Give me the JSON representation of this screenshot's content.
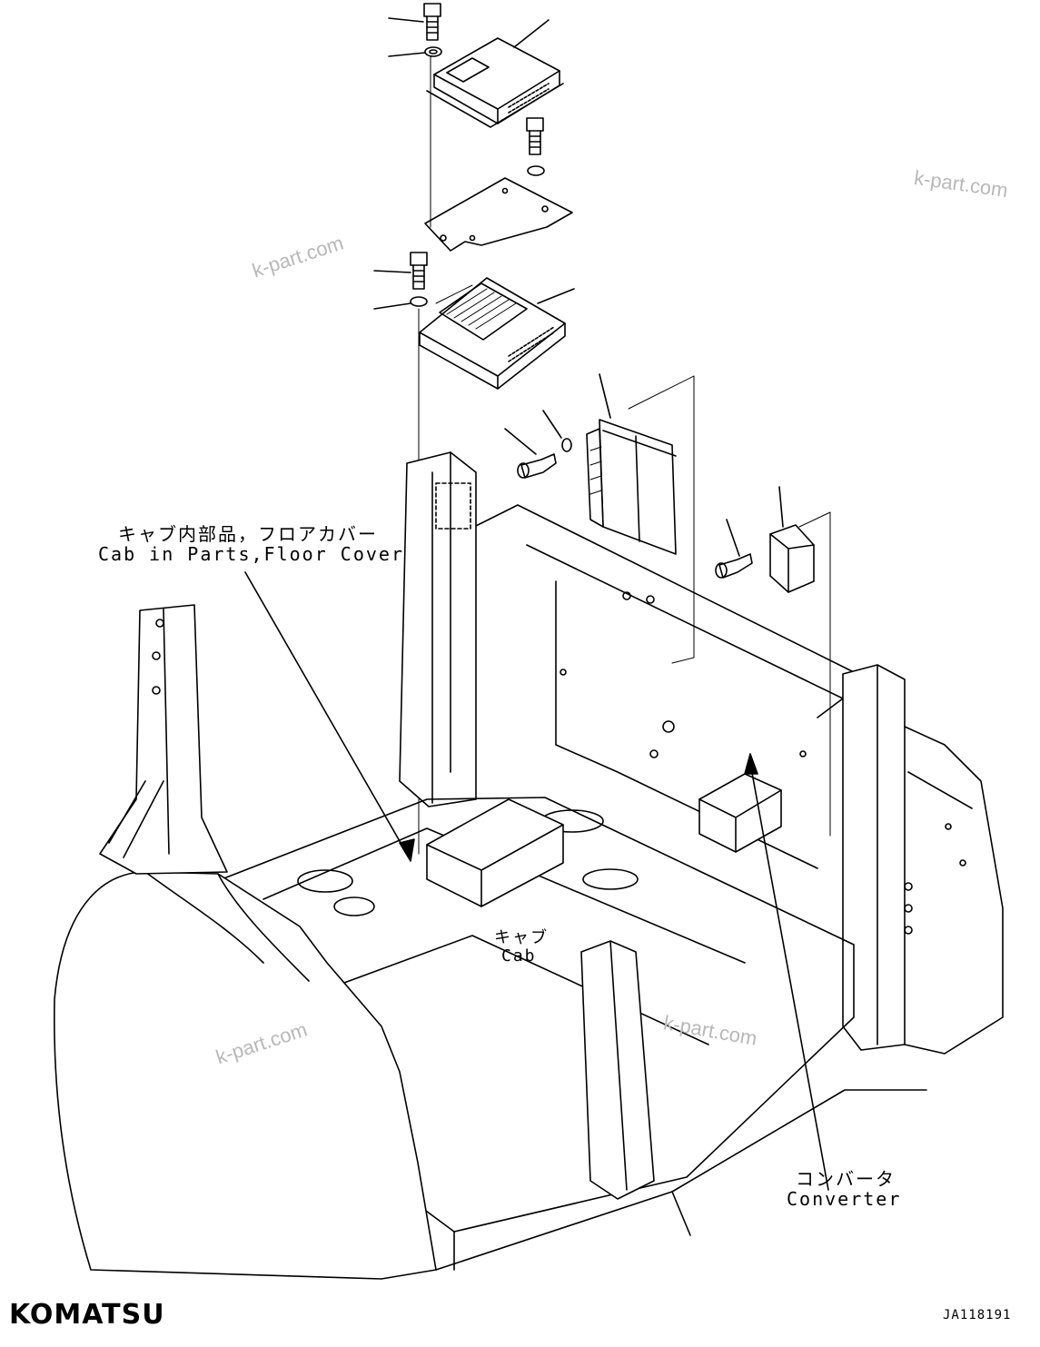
{
  "labels": {
    "cab_parts_jp": "キャブ内部品，フロアカバー",
    "cab_parts_en": "Cab in Parts,Floor Cover",
    "cab_jp": "キャブ",
    "cab_en": "Cab",
    "converter_jp": "コンバータ",
    "converter_en": "Converter"
  },
  "watermarks": [
    "k-part.com",
    "k-part.com",
    "k-part.com",
    "k-part.com"
  ],
  "brand": "KOMATSU",
  "drawing_code": "JA118191"
}
